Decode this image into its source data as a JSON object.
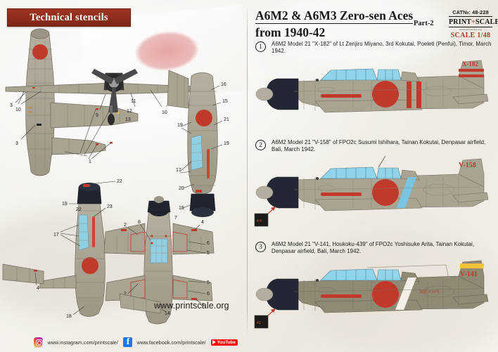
{
  "page": {
    "background_color": "#f3f0ea",
    "divider_color": "#96918a"
  },
  "left_panel": {
    "banner": {
      "label": "Technical stencils",
      "bg_color": "#8e2d1d",
      "text_color": "#fdf7f0"
    },
    "site_url": "www.printscale.org",
    "drawings": {
      "description": "Five grey technical line drawings of a Mitsubishi A6M2 Zero showing stencil placement: top plan view, front view, underside plan view, port side view and starboard side view, with red hinomaru roundels, light-blue canopy glazing, dark cowling and numbered leader-line callouts.",
      "callout_numbers": [
        "1",
        "2",
        "3",
        "4",
        "5",
        "6",
        "7",
        "8",
        "9",
        "10",
        "11",
        "12",
        "13",
        "14",
        "15",
        "16",
        "17",
        "18",
        "19",
        "20",
        "21",
        "22",
        "23"
      ]
    },
    "footer": {
      "instagram": {
        "icon": "instagram-icon",
        "url": "www.instagram.com/printscale/"
      },
      "facebook": {
        "icon": "facebook-icon",
        "url": "www.facebook.com/printscale/"
      },
      "youtube": {
        "icon": "youtube-icon",
        "label": "YouTube"
      }
    }
  },
  "right_panel": {
    "title_line1": "A6M2 & A6M3 Zero-sen Aces",
    "title_line2": "from 1940-42",
    "part_tag": "Part-2",
    "catalog": {
      "cat_no": "CAT№: 48-228",
      "brand_left": "PRINT",
      "brand_plus": "+",
      "brand_right": "SCALE",
      "brand_sub": "www.printscale.org",
      "scale": "SCALE 1/48",
      "accent_color": "#b5392a"
    },
    "profiles": [
      {
        "number": "1",
        "caption": "A6M2 Model 21 \"X-182\" of Lt Zenjiro Miyano, 3rd Kokutai, Poeleti (Penfui), Timor, March 1942.",
        "tail_code": "X-182",
        "tail_code_color": "#c0392b",
        "fuselage_color": "#a9a391",
        "cowling_color": "#222733",
        "canopy_color": "#8fd4ea",
        "hinomaru_color": "#c0392b",
        "band_type": "two vertical red fuselage bands",
        "band_color": "#c0392b",
        "tail_stripes": "three red horizontal stripes on fin",
        "has_inset_swatch": false
      },
      {
        "number": "2",
        "caption": "A6M2 Model 21 \"V-158\" of FPO2c Susumi Ishihara, Tainan Kokutai, Denpasar airfield, Bali, March 1942.",
        "tail_code": "V-158",
        "tail_code_color": "#c0392b",
        "fuselage_color": "#a9a391",
        "cowling_color": "#222733",
        "canopy_color": "#8fd4ea",
        "hinomaru_color": "#c0392b",
        "band_type": "diagonal light blue fuselage band",
        "band_color": "#79c4e0",
        "tail_stripes": "none",
        "has_inset_swatch": true,
        "inset_label": "4 4"
      },
      {
        "number": "3",
        "caption": "A6M2 Model 21 \"V-141, Houkoku-439\" of FPO2c Yoshisuke Arita, Tainan Kokutai, Denpasar airfield, Bali, March 1942.",
        "tail_code": "V-141",
        "tail_code_color": "#c0392b",
        "tail_band_color": "#f2c13d",
        "fuselage_color": "#8e8a74",
        "cowling_color": "#222733",
        "canopy_color": "#8fd4ea",
        "hinomaru_color": "#c0392b",
        "band_type": "diagonal white fuselage band",
        "band_color": "#f3efe6",
        "fuselage_text": "報國-439号",
        "tail_stripes": "yellow band above tail code",
        "has_inset_swatch": true,
        "inset_label": "41"
      }
    ]
  }
}
